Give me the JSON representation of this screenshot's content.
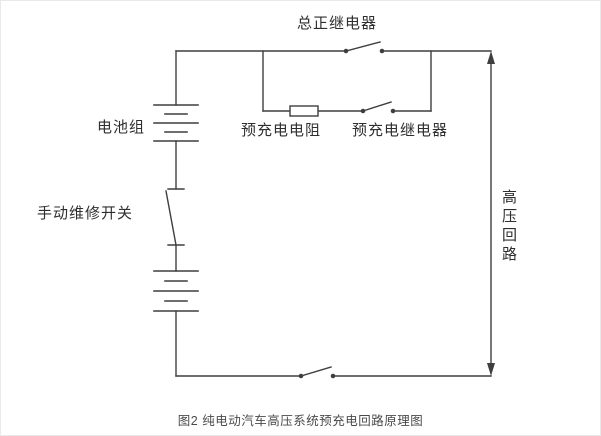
{
  "figure": {
    "caption": "图2 纯电动汽车高压系统预充电回路原理图"
  },
  "labels": {
    "main_positive_relay": "总正继电器",
    "precharge_resistor": "预充电电阻",
    "precharge_relay": "预充电继电器",
    "battery_pack": "电池组",
    "manual_service_switch": "手动维修开关",
    "high_voltage_loop": "高压回路"
  },
  "colors": {
    "line": "#3f3f3f",
    "label_text": "#2e2e2e",
    "caption_text": "#4a4a4a",
    "background": "#ffffff"
  }
}
